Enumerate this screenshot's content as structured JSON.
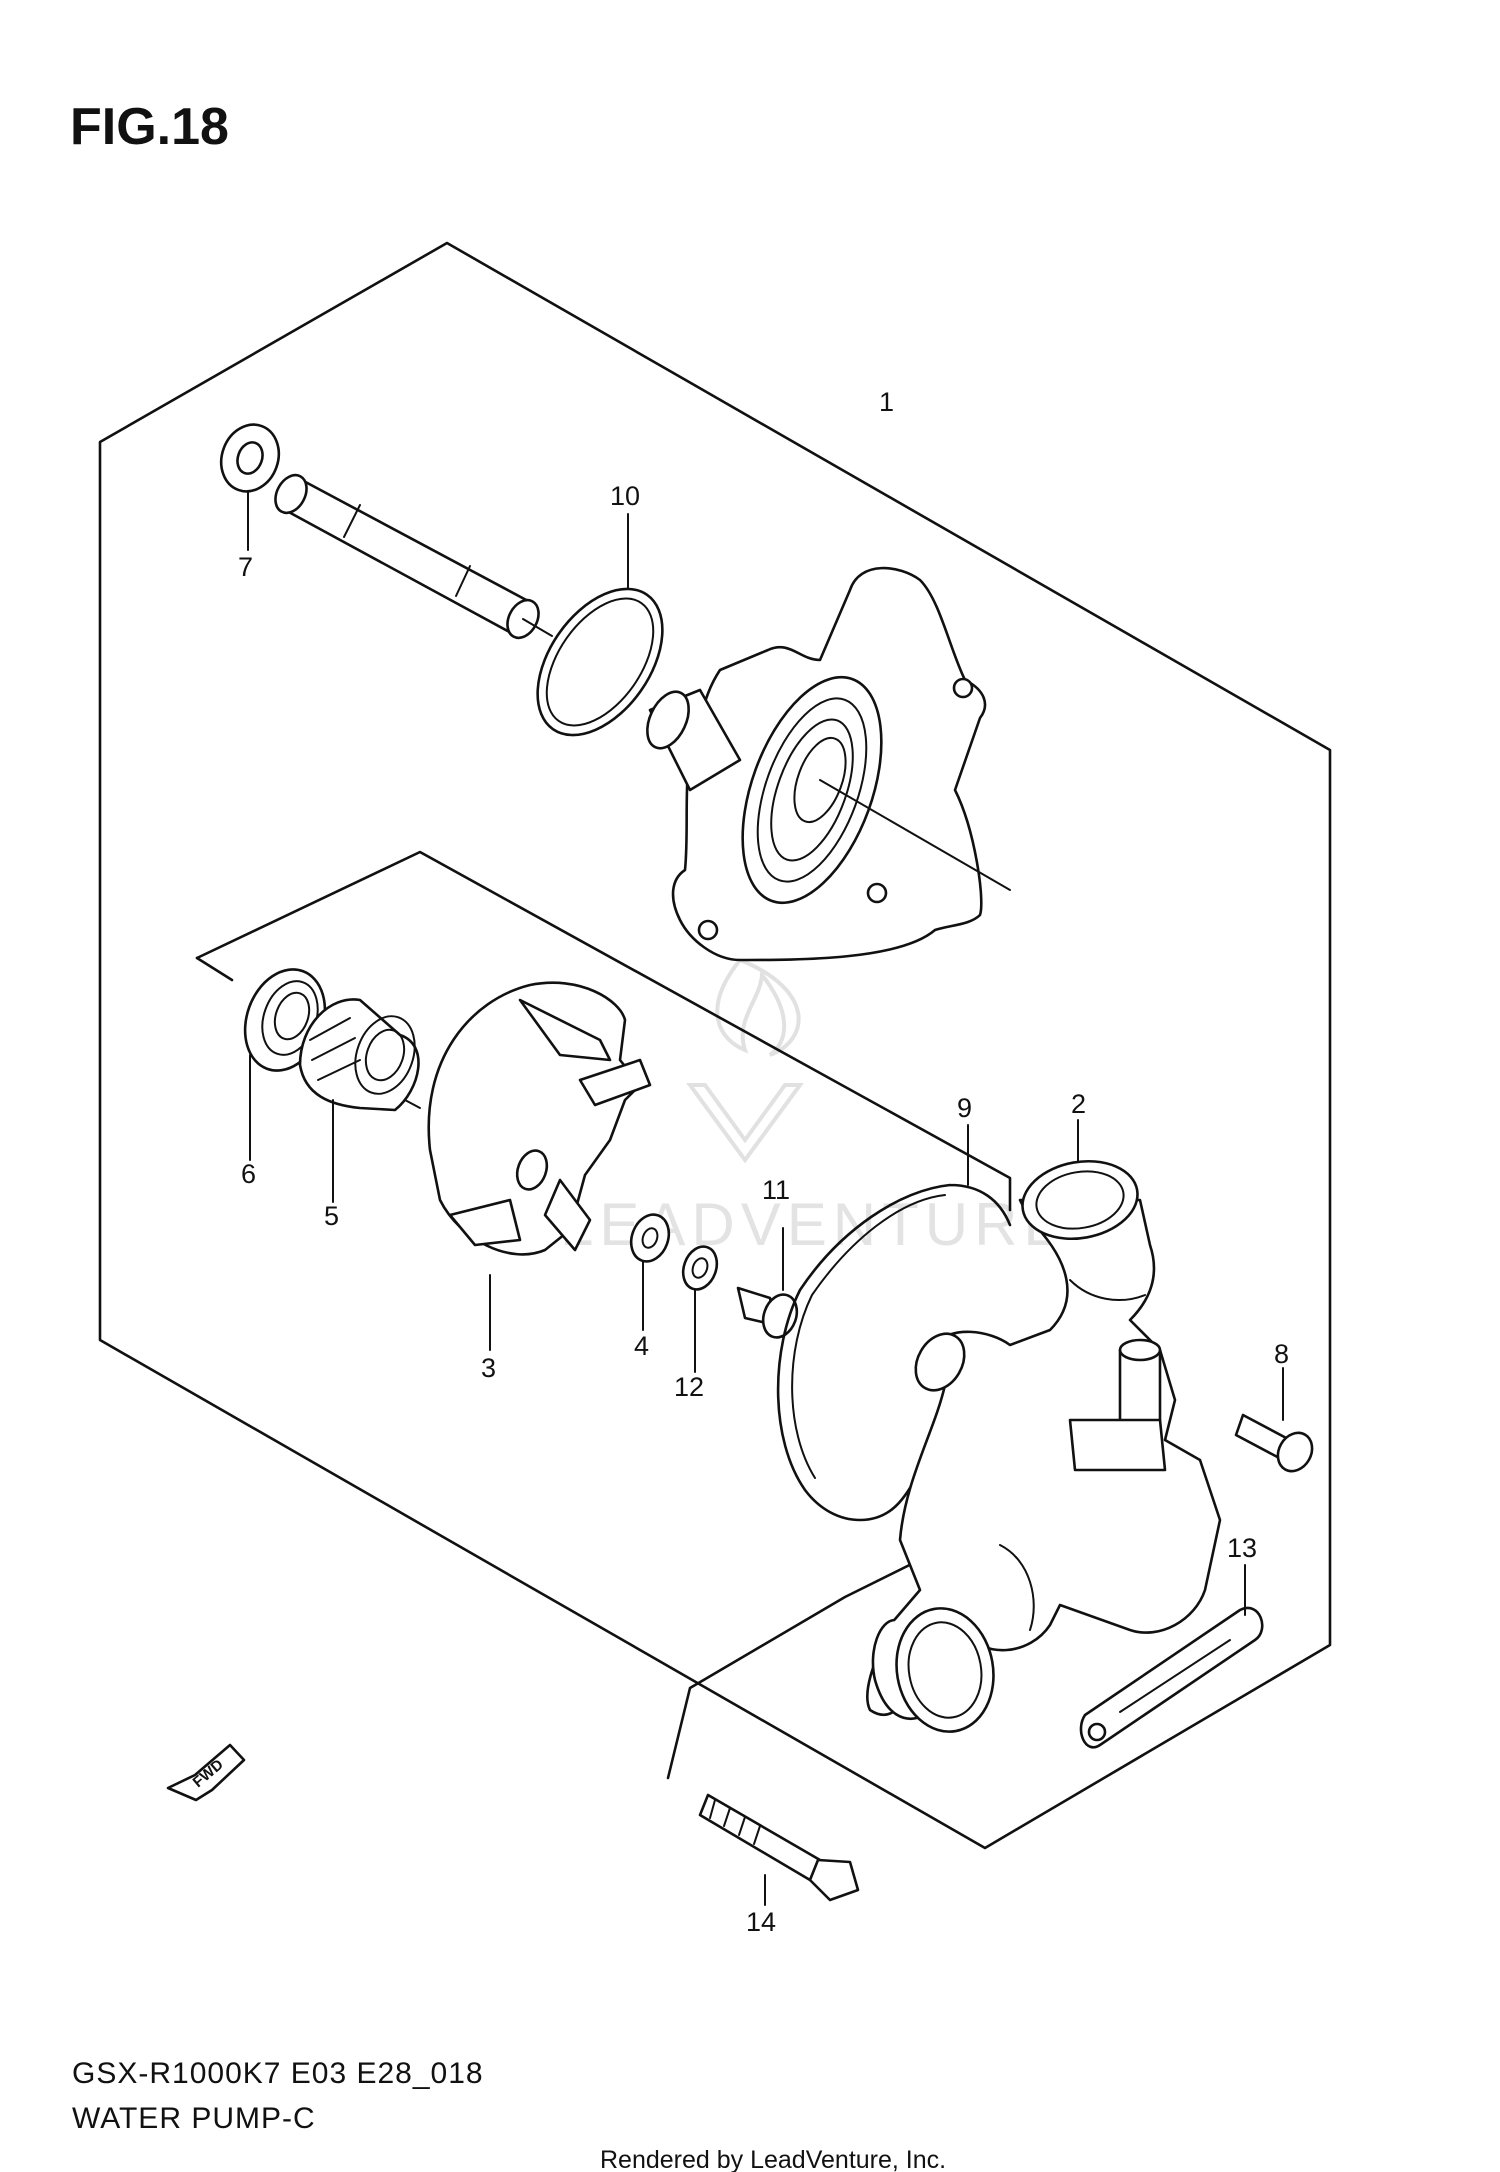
{
  "figure": {
    "title": "FIG.18",
    "model_code": "GSX-R1000K7 E03 E28_018",
    "subtitle": "WATER PUMP-C",
    "credit": "Rendered by LeadVenture, Inc.",
    "fwd_label": "FWD",
    "watermark": "LEADVENTURE"
  },
  "callouts": [
    "1",
    "2",
    "3",
    "4",
    "5",
    "6",
    "7",
    "8",
    "9",
    "10",
    "11",
    "12",
    "13",
    "14"
  ]
}
